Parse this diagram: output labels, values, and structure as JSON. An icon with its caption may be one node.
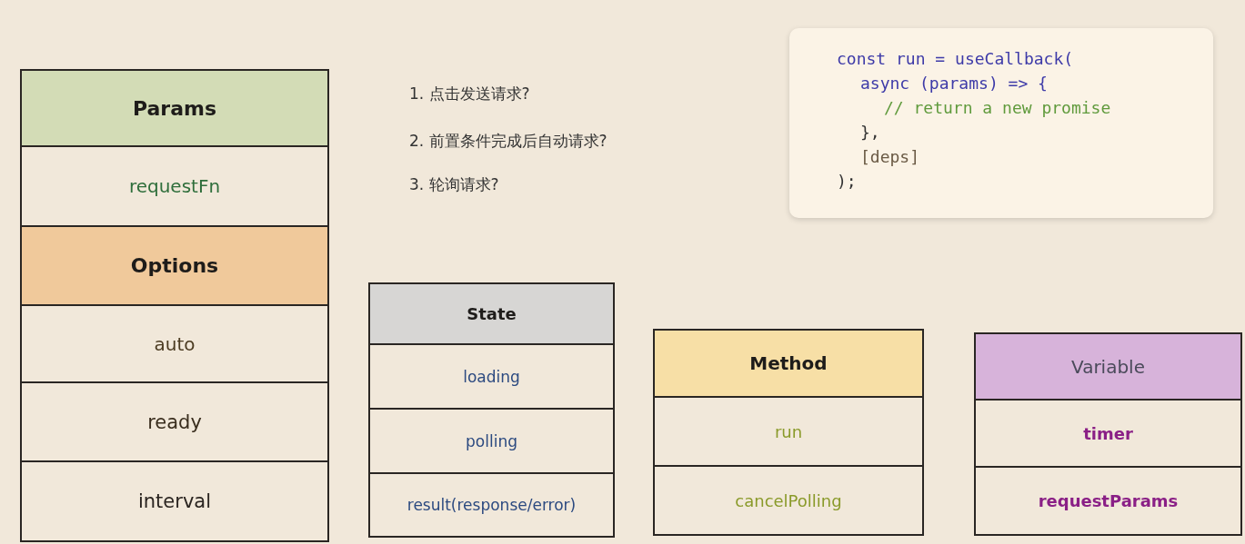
{
  "diagram": {
    "nodes": [
      {
        "text": [
          "Params"
        ]
      },
      {
        "text": [
          "requestFn"
        ]
      },
      {
        "text": [
          "Options"
        ]
      },
      {
        "text": [
          "auto"
        ]
      },
      {
        "text": [
          "ready"
        ]
      },
      {
        "text": [
          "interval"
        ]
      },
      {
        "text": [
          "const run = useCallback(",
          "async (params) => {",
          "// return a new promise",
          "},",
          "[deps]",
          ");"
        ]
      },
      {
        "text": [
          "State"
        ]
      },
      {
        "text": [
          "loading"
        ]
      },
      {
        "text": [
          "polling"
        ]
      },
      {
        "text": [
          "result(response/error)"
        ]
      },
      {
        "text": [
          "Method"
        ]
      },
      {
        "text": [
          "run"
        ]
      },
      {
        "text": [
          "cancelPolling"
        ]
      },
      {
        "text": [
          "Variable"
        ]
      },
      {
        "text": [
          "timer"
        ]
      },
      {
        "text": [
          "requestParams"
        ]
      }
    ],
    "edges": [],
    "labels": [
      "1. 点击发送请求?",
      "2. 前置条件完成后自动请求?",
      "3. 轮询请求?"
    ]
  }
}
